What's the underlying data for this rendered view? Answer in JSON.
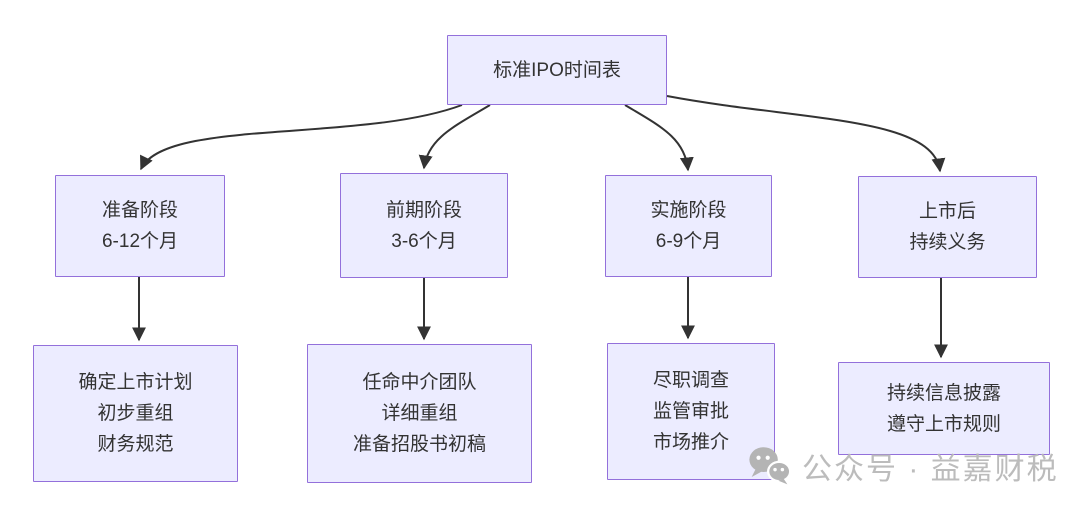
{
  "diagram": {
    "root": {
      "lines": [
        "标准IPO时间表"
      ]
    },
    "stages": [
      {
        "id": "preparation",
        "lines": [
          "准备阶段",
          "6-12个月"
        ]
      },
      {
        "id": "early",
        "lines": [
          "前期阶段",
          "3-6个月"
        ]
      },
      {
        "id": "execution",
        "lines": [
          "实施阶段",
          "6-9个月"
        ]
      },
      {
        "id": "post-listing",
        "lines": [
          "上市后",
          "持续义务"
        ]
      }
    ],
    "tasks": [
      {
        "id": "preparation-tasks",
        "lines": [
          "确定上市计划",
          "初步重组",
          "财务规范"
        ]
      },
      {
        "id": "early-tasks",
        "lines": [
          "任命中介团队",
          "详细重组",
          "准备招股书初稿"
        ]
      },
      {
        "id": "execution-tasks",
        "lines": [
          "尽职调查",
          "监管审批",
          "市场推介"
        ]
      },
      {
        "id": "post-listing-tasks",
        "lines": [
          "持续信息披露",
          "遵守上市规则"
        ]
      }
    ]
  },
  "watermark": {
    "icon": "wechat-icon",
    "text": "公众号 · 益嘉财税"
  },
  "colors": {
    "node_fill": "#ECECFF",
    "node_border": "#9370DB",
    "node_text": "#333333",
    "arrow": "#333333",
    "watermark_gray": "#b9b9b9"
  }
}
